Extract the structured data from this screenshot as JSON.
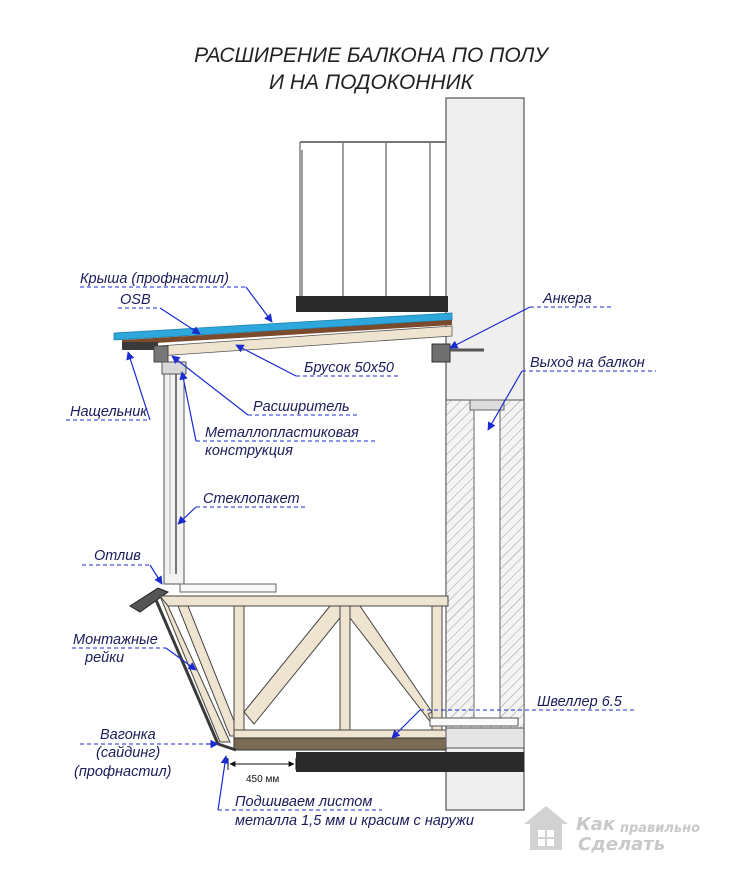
{
  "title": {
    "line1": "РАСШИРЕНИЕ БАЛКОНА ПО ПОЛУ",
    "line2": "И НА ПОДОКОННИК"
  },
  "labels": {
    "roof": "Крыша (профнастил)",
    "osb": "OSB",
    "anchors": "Анкера",
    "exit": "Выход на балкон",
    "bar": "Брусок 50х50",
    "batten": "Нащельник",
    "expander": "Расширитель",
    "frame_line1": "Металлопластиковая",
    "frame_line2": "конструкция",
    "glass": "Стеклопакет",
    "drip": "Отлив",
    "mount_line1": "Монтажные",
    "mount_line2": "рейки",
    "channel": "Швеллер 6.5",
    "cladding_line1": "Вагонка",
    "cladding_line2": "(сайдинг)",
    "cladding_line3": "(профнастил)",
    "dimension": "450 мм",
    "sheet_line1": "Подшиваем листом",
    "sheet_line2": "металла 1,5 мм и красим с наружи"
  },
  "watermark": {
    "word1": "Как",
    "word2": "правильно",
    "word3": "Сделать"
  },
  "colors": {
    "leader": "#1a2bd0",
    "roof_sheet": "#2ea7dc",
    "osb": "#7a4a2c",
    "timber": "#efe4d0",
    "slab": "#2a2a2a",
    "wall": "#efefef"
  }
}
